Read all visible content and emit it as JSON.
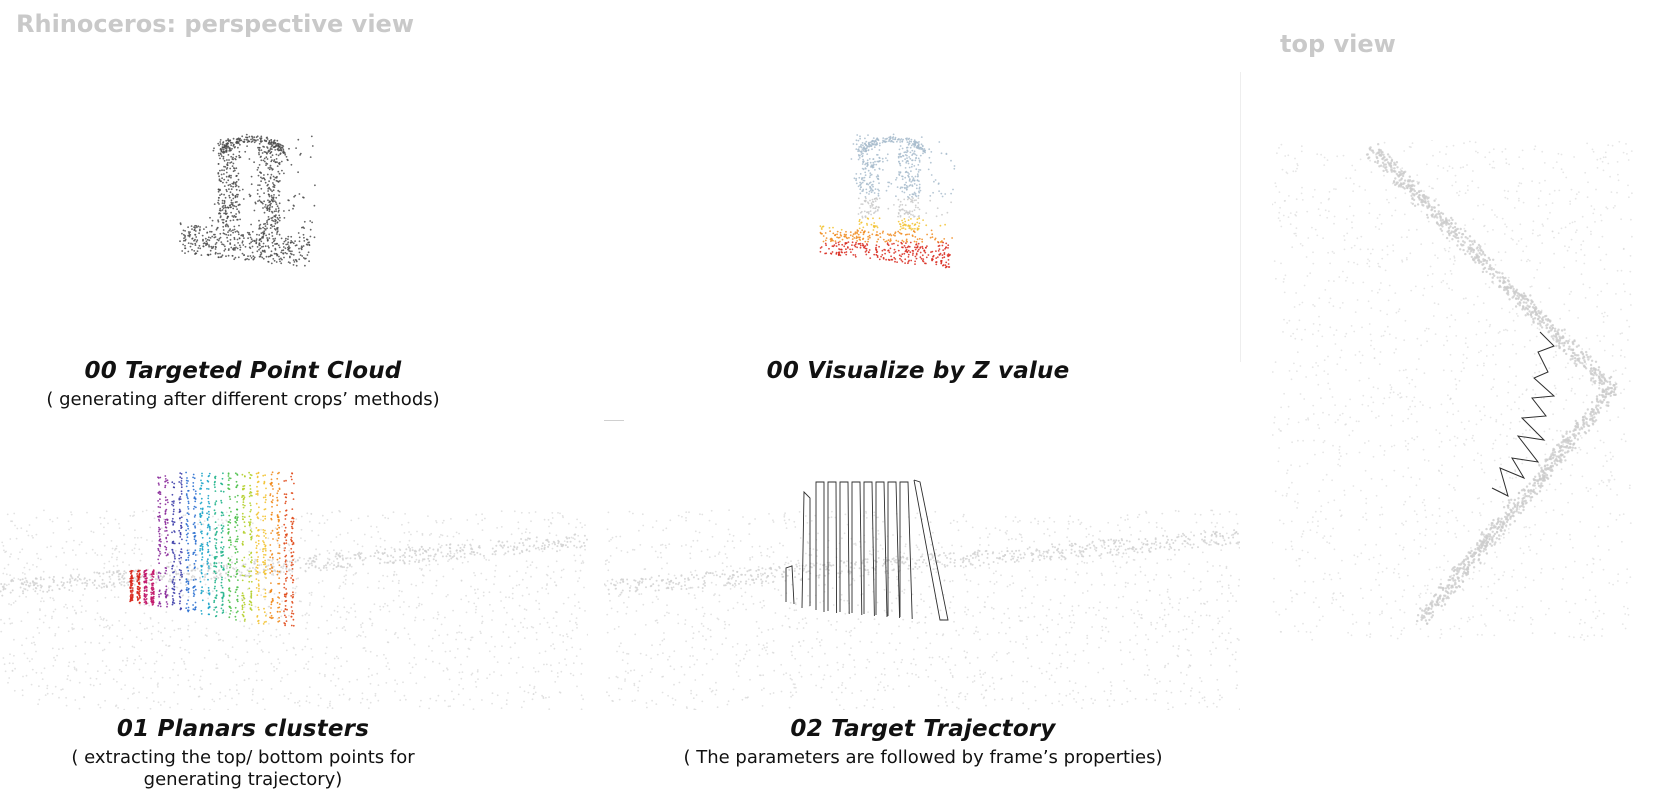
{
  "headers": {
    "perspective": "Rhinoceros: perspective view",
    "top": "top view"
  },
  "panels": [
    {
      "title": "00 Targeted Point Cloud",
      "subtitle": "( generating after different crops’ methods)"
    },
    {
      "title": "00 Visualize by Z value",
      "subtitle": ""
    },
    {
      "title": "01 Planars clusters",
      "subtitle": "( extracting the top/ bottom points for generating trajectory)"
    },
    {
      "title": "02 Target Trajectory",
      "subtitle": "( The parameters are followed by frame’s properties)"
    }
  ],
  "colors": {
    "header_text": "#c9c9c9",
    "point_cloud_dark": "#4a4a4a",
    "point_cloud_light": "#d6d6d6",
    "trajectory_line": "#2e2e2e",
    "z_gradient": [
      "#a8bccd",
      "#c9c9c9",
      "#f2c230",
      "#f08a1c",
      "#d8261a"
    ]
  }
}
